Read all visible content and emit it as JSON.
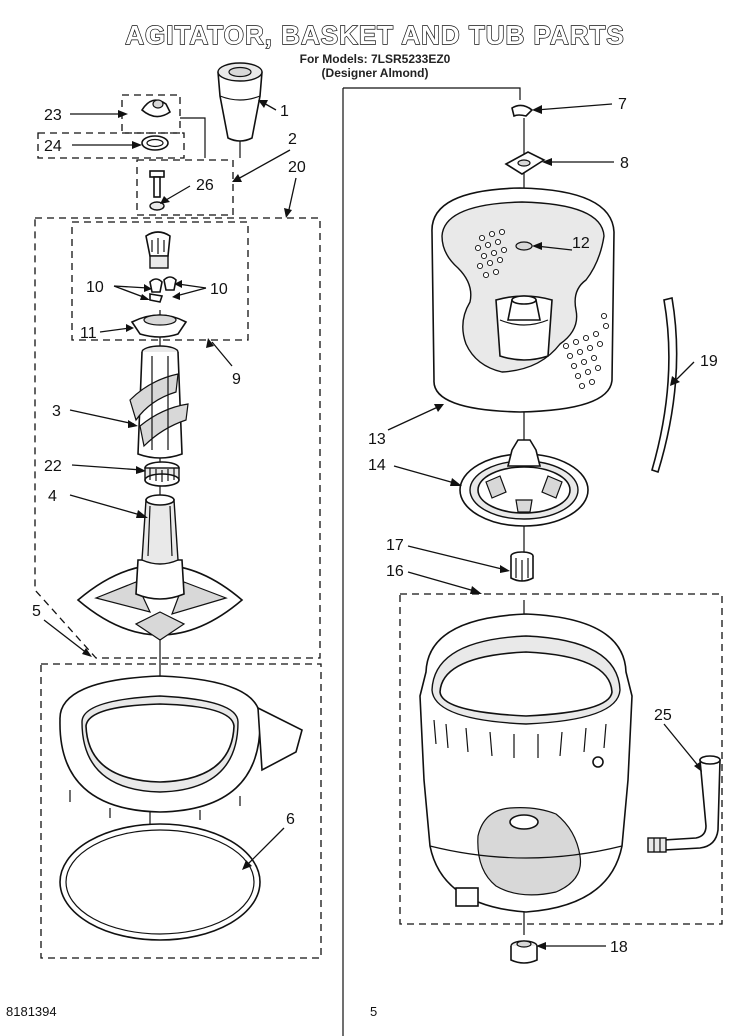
{
  "title": "AGITATOR, BASKET AND TUB PARTS",
  "subtitle_line1": "For Models: 7LSR5233EZ0",
  "subtitle_line2": "(Designer Almond)",
  "footer": {
    "left": "8181394",
    "center": "5"
  },
  "callouts": {
    "c1": "1",
    "c2": "2",
    "c3": "3",
    "c4": "4",
    "c5": "5",
    "c6": "6",
    "c7": "7",
    "c8": "8",
    "c9": "9",
    "c10a": "10",
    "c10b": "10",
    "c11": "11",
    "c12": "12",
    "c13": "13",
    "c14": "14",
    "c16": "16",
    "c17": "17",
    "c18": "18",
    "c19": "19",
    "c20": "20",
    "c22": "22",
    "c23": "23",
    "c24": "24",
    "c25": "25",
    "c26": "26"
  }
}
